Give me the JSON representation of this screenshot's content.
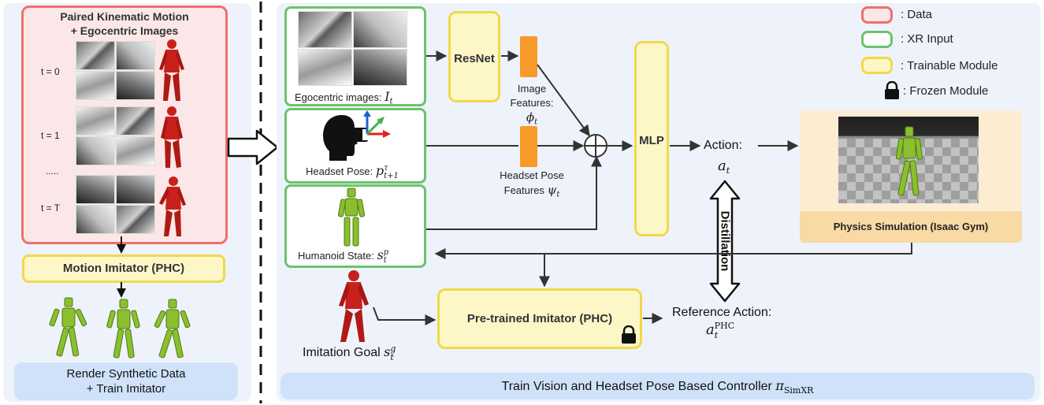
{
  "left": {
    "data_title_line1": "Paired Kinematic Motion",
    "data_title_line2": "+ Egocentric Images",
    "t_labels": [
      "t = 0",
      "t = 1",
      ".....",
      "t = T"
    ],
    "motion_imitator": "Motion Imitator (PHC)",
    "render_line1": "Render Synthetic Data",
    "render_line2": "+ Train Imitator"
  },
  "inputs": {
    "egocentric": "Egocentric images:",
    "egocentric_sym": "I",
    "egocentric_sub": "t",
    "headset": "Headset Pose:",
    "headset_sym": "p",
    "headset_sup": "τ",
    "headset_sub": "t+1",
    "humanoid": "Humanoid State:",
    "humanoid_sym": "s",
    "humanoid_sup": "p",
    "humanoid_sub": "t"
  },
  "modules": {
    "resnet": "ResNet",
    "mlp": "MLP",
    "pretrained": "Pre-trained Imitator (PHC)"
  },
  "features": {
    "image_line1": "Image",
    "image_line2": "Features:",
    "image_sym": "ϕ",
    "image_sub": "t",
    "headset_line1": "Headset Pose",
    "headset_line2": "Features",
    "headset_sym": "ψ",
    "headset_sub": "t"
  },
  "action": {
    "label": "Action:",
    "sym": "a",
    "sub": "t",
    "distillation": "Distillation",
    "reference_label": "Reference Action:",
    "ref_sym": "a",
    "ref_sup": "PHC",
    "ref_sub": "t"
  },
  "goal": {
    "label": "Imitation Goal",
    "sym": "s",
    "sup": "g",
    "sub": "t"
  },
  "legend": [
    {
      "label": ":  Data",
      "color": "#ef6f6f",
      "fill": "#fbe7e7"
    },
    {
      "label": ":  XR Input",
      "color": "#6cc36c",
      "fill": "#ffffff"
    },
    {
      "label": ": Trainable Module",
      "color": "#f0d94a",
      "fill": "#fdf7c8"
    },
    {
      "label": ": Frozen Module",
      "icon": "lock-icon"
    }
  ],
  "simulation": {
    "caption": "Physics Simulation (Isaac Gym)"
  },
  "footer": {
    "text": "Train Vision and Headset Pose Based Controller",
    "sym": "π",
    "sub": "SimXR"
  },
  "colors": {
    "panel_bg": "#eef3fb",
    "data_border": "#ef6f6f",
    "xr_border": "#6cc36c",
    "trainable_border": "#f0d94a",
    "feature_orange": "#f79a2a",
    "humanoid_red": "#c8211b",
    "humanoid_green": "#8bbf2d"
  }
}
